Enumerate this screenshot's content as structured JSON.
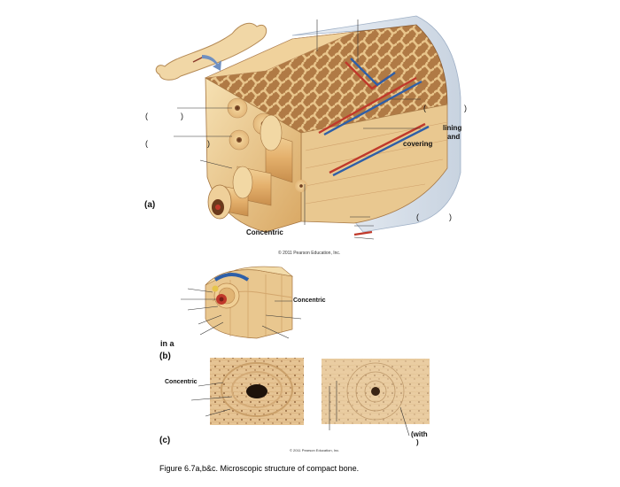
{
  "figure": {
    "caption": "Figure 6.7a,b&c. Microscopic structure of compact bone.",
    "copyright_a": "© 2011 Pearson Education, Inc.",
    "copyright_c": "© 2011 Pearson Education, Inc."
  },
  "panel_a": {
    "letter": "(a)",
    "label_concentric": "Concentric",
    "label_lining": "lining",
    "label_and": "and",
    "label_covering": "covering",
    "paren_left_1": "(",
    "paren_right_1": ")",
    "paren_left_2": "(",
    "paren_right_2": ")",
    "paren_left_3": "(",
    "paren_right_3": ")",
    "paren_left_4": "(",
    "paren_right_4": ")"
  },
  "panel_b": {
    "letter": "(b)",
    "label_concentric": "Concentric",
    "label_in_a": "in a"
  },
  "panel_c": {
    "letter": "(c)",
    "label_concentric": "Concentric",
    "label_with": "(with",
    "label_close": ")"
  },
  "colors": {
    "bone_light": "#f3d9a4",
    "bone_mid": "#e2b878",
    "bone_dark": "#c48a4a",
    "vessel_red": "#c0392b",
    "vessel_blue": "#2e5fa8",
    "periosteum": "#dfe6ef"
  }
}
